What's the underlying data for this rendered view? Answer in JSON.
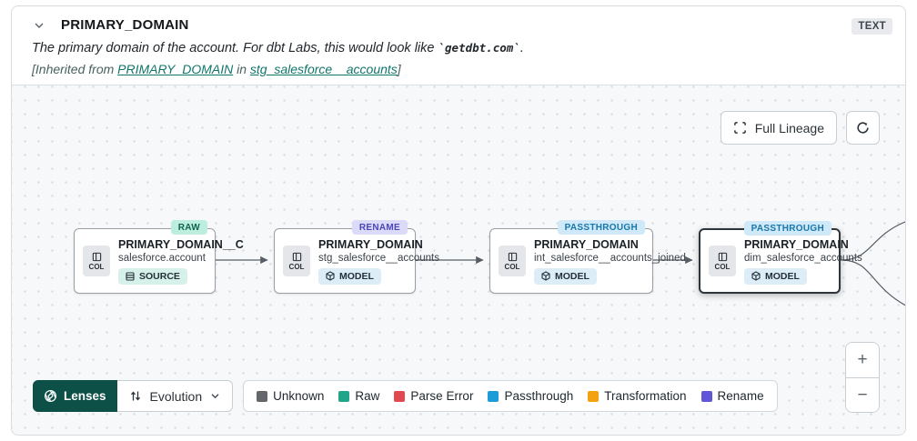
{
  "header": {
    "title": "PRIMARY_DOMAIN",
    "type_badge": "TEXT",
    "description_prefix": "The primary domain of the account. For dbt Labs, this would look like ",
    "description_code": "`getdbt.com`",
    "description_suffix": ".",
    "inherited": {
      "prefix": "[Inherited from ",
      "column_link": "PRIMARY_DOMAIN",
      "middle": " in ",
      "model_link": "stg_salesforce__accounts",
      "suffix": "]"
    }
  },
  "toolbar": {
    "full_lineage_label": "Full Lineage"
  },
  "nodes": [
    {
      "name": "PRIMARY_DOMAIN__C",
      "model": "salesforce.account",
      "type": "SOURCE",
      "badge": "RAW",
      "col_label": "COL",
      "selected": false
    },
    {
      "name": "PRIMARY_DOMAIN",
      "model": "stg_salesforce__accounts",
      "type": "MODEL",
      "badge": "RENAME",
      "col_label": "COL",
      "selected": false
    },
    {
      "name": "PRIMARY_DOMAIN",
      "model": "int_salesforce__accounts_joined",
      "type": "MODEL",
      "badge": "PASSTHROUGH",
      "col_label": "COL",
      "selected": false
    },
    {
      "name": "PRIMARY_DOMAIN",
      "model": "dim_salesforce_accounts",
      "type": "MODEL",
      "badge": "PASSTHROUGH",
      "col_label": "COL",
      "selected": true
    }
  ],
  "lenses": {
    "label": "Lenses",
    "dropdown_label": "Evolution"
  },
  "legend": [
    {
      "label": "Unknown",
      "color": "#63666a"
    },
    {
      "label": "Raw",
      "color": "#21a488"
    },
    {
      "label": "Parse Error",
      "color": "#e2484f"
    },
    {
      "label": "Passthrough",
      "color": "#1e9cd7"
    },
    {
      "label": "Transformation",
      "color": "#f2a30f"
    },
    {
      "label": "Rename",
      "color": "#5f56d8"
    }
  ],
  "zoom_controls": {
    "zoom_in": "+",
    "zoom_out": "−"
  }
}
